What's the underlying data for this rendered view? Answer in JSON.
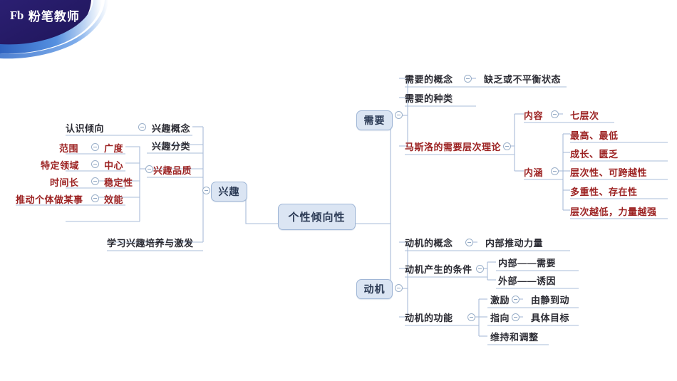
{
  "brand": {
    "mark": "Fb",
    "name": "粉笔教师",
    "navy": "#241a63",
    "blue": "#3f7bd4"
  },
  "palette": {
    "node_fill": "#dbe5f3",
    "node_border": "#9fb6d6",
    "node_text": "#2b3a55",
    "wire": "#a8bcd8",
    "black_text": "#2b2b33",
    "red_text": "#9c2222"
  },
  "mindmap": {
    "root": {
      "label": "个性倾向性"
    },
    "branches": [
      {
        "key": "xingqu",
        "label": "兴趣",
        "children": [
          {
            "label": "兴趣概念",
            "color": "black",
            "detail": {
              "label": "认识倾向",
              "color": "black"
            }
          },
          {
            "label": "兴趣分类",
            "color": "black"
          },
          {
            "label": "兴趣品质",
            "color": "red",
            "items": [
              {
                "label": "广度",
                "color": "red",
                "detail": {
                  "label": "范围",
                  "color": "red"
                }
              },
              {
                "label": "中心",
                "color": "red",
                "detail": {
                  "label": "特定领域",
                  "color": "red"
                }
              },
              {
                "label": "稳定性",
                "color": "red",
                "detail": {
                  "label": "时间长",
                  "color": "red"
                }
              },
              {
                "label": "效能",
                "color": "red",
                "detail": {
                  "label": "推动个体做某事",
                  "color": "red"
                }
              }
            ]
          },
          {
            "label": "学习兴趣培养与激发",
            "color": "black"
          }
        ]
      },
      {
        "key": "xuyao",
        "label": "需要",
        "children": [
          {
            "label": "需要的概念",
            "color": "black",
            "detail": {
              "label": "缺乏或不平衡状态",
              "color": "black"
            }
          },
          {
            "label": "需要的种类",
            "color": "black"
          },
          {
            "label": "马斯洛的需要层次理论",
            "color": "red",
            "groups": [
              {
                "label": "内容",
                "color": "red",
                "items": [
                  {
                    "label": "七层次",
                    "color": "red"
                  }
                ]
              },
              {
                "label": "内涵",
                "color": "red",
                "items": [
                  {
                    "label": "最高、最低",
                    "color": "red"
                  },
                  {
                    "label": "成长、匮乏",
                    "color": "red"
                  },
                  {
                    "label": "层次性、可跨越性",
                    "color": "red"
                  },
                  {
                    "label": "多重性、存在性",
                    "color": "red"
                  },
                  {
                    "label": "层次越低，力量越强",
                    "color": "red"
                  }
                ]
              }
            ]
          }
        ]
      },
      {
        "key": "dongji",
        "label": "动机",
        "children": [
          {
            "label": "动机的概念",
            "color": "black",
            "detail": {
              "label": "内部推动力量",
              "color": "black"
            }
          },
          {
            "label": "动机产生的条件",
            "color": "black",
            "items": [
              {
                "label": "内部——需要",
                "color": "black"
              },
              {
                "label": "外部——诱因",
                "color": "black"
              }
            ]
          },
          {
            "label": "动机的功能",
            "color": "black",
            "items": [
              {
                "label": "激励",
                "color": "black",
                "detail": {
                  "label": "由静到动",
                  "color": "black"
                }
              },
              {
                "label": "指向",
                "color": "black",
                "detail": {
                  "label": "具体目标",
                  "color": "black"
                }
              },
              {
                "label": "维持和调整",
                "color": "black"
              }
            ]
          }
        ]
      }
    ]
  }
}
